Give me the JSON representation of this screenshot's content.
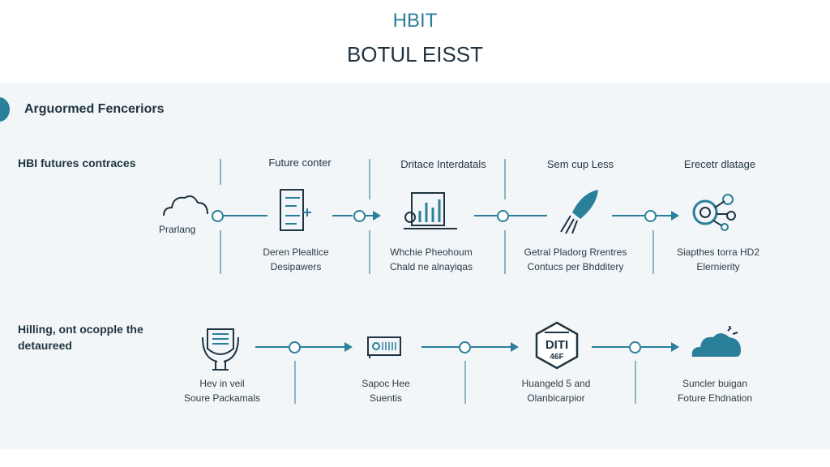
{
  "header": {
    "subtitle": "HBIT",
    "title": "BOTUL EISST"
  },
  "section": {
    "title": "Arguormed Fenceriors"
  },
  "row1": {
    "label": "HBI futures contraces",
    "headings": [
      "Future conter",
      "Dritace Interdatals",
      "Sem cup Less",
      "Erecetr dlatage"
    ],
    "start_label": "Prarlang",
    "captions": [
      [
        "Deren Plealtice",
        "Desipawers"
      ],
      [
        "Whchie Pheohoum",
        "Chald ne alnayiqas"
      ],
      [
        "Getral Pladorg Rrentres",
        "Contucs per Bhdditery"
      ],
      [
        "Siapthes torra HD2",
        "Elernierity"
      ]
    ]
  },
  "row2": {
    "label": [
      "Hilling, ont ocopple the",
      "detaureed"
    ],
    "badge_text": [
      "DITI",
      "46F"
    ],
    "captions": [
      [
        "Hev in veil",
        "Soure Packamals"
      ],
      [
        "Sapoc Hee",
        "Suentis"
      ],
      [
        "Huangeld 5 and",
        "Olanbicarpior"
      ],
      [
        "Suncler buigan",
        "Foture Ehdnation"
      ]
    ]
  },
  "colors": {
    "accent": "#2a7f9a",
    "text": "#1f3340",
    "panel": "#f2f6f8"
  }
}
